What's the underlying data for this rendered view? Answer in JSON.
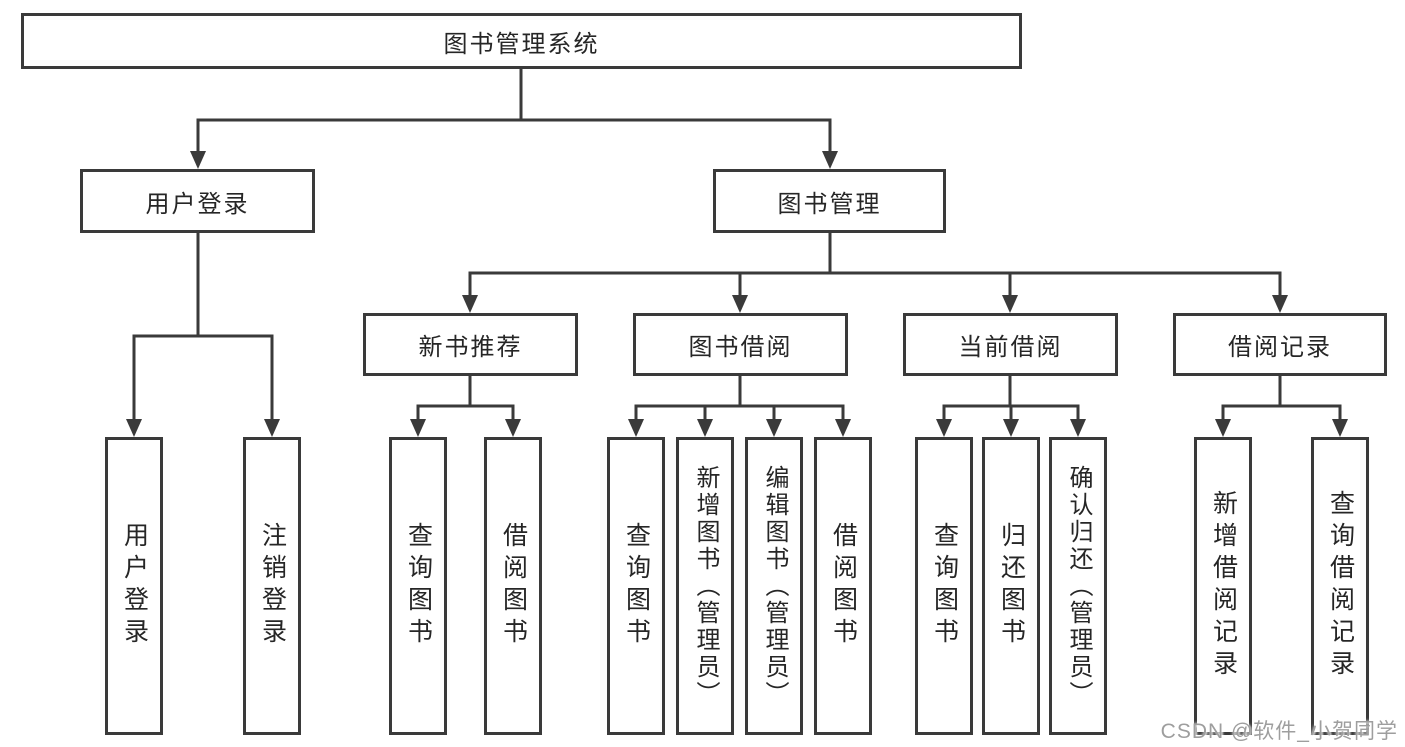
{
  "tree": {
    "root": {
      "label": "图书管理系统"
    },
    "level2": [
      {
        "label": "用户登录",
        "children": [
          "用户登录",
          "注销登录"
        ]
      },
      {
        "label": "图书管理"
      }
    ],
    "level3": [
      {
        "label": "新书推荐",
        "children": [
          "查询图书",
          "借阅图书"
        ]
      },
      {
        "label": "图书借阅",
        "children": [
          "查询图书",
          "新增图书（管理员）",
          "编辑图书（管理员）",
          "借阅图书"
        ]
      },
      {
        "label": "当前借阅",
        "children": [
          "查询图书",
          "归还图书",
          "确认归还（管理员）"
        ]
      },
      {
        "label": "借阅记录",
        "children": [
          "新增借阅记录",
          "查询借阅记录"
        ]
      }
    ]
  },
  "watermark": {
    "text": "CSDN @软件_小贺同学"
  },
  "colors": {
    "line": "#3a3a3a",
    "text": "#262626",
    "background": "#ffffff",
    "watermark": "#9e9e9e"
  }
}
